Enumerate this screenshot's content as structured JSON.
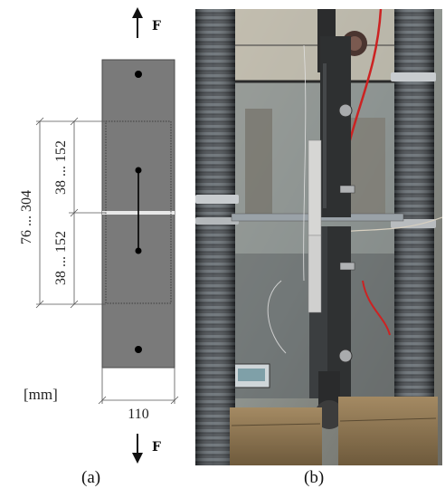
{
  "panel_a": {
    "force_top": "F",
    "force_bottom": "F",
    "dim_total": "76 ... 304",
    "dim_upper": "38 ... 152",
    "dim_lower": "38 ... 152",
    "unit": "[mm]",
    "width": "110",
    "caption": "(a)"
  },
  "panel_b": {
    "caption": "(b)"
  },
  "colors": {
    "plate": "#7a7a7a",
    "plate_edge": "#4a4a4a",
    "line": "#222222"
  }
}
